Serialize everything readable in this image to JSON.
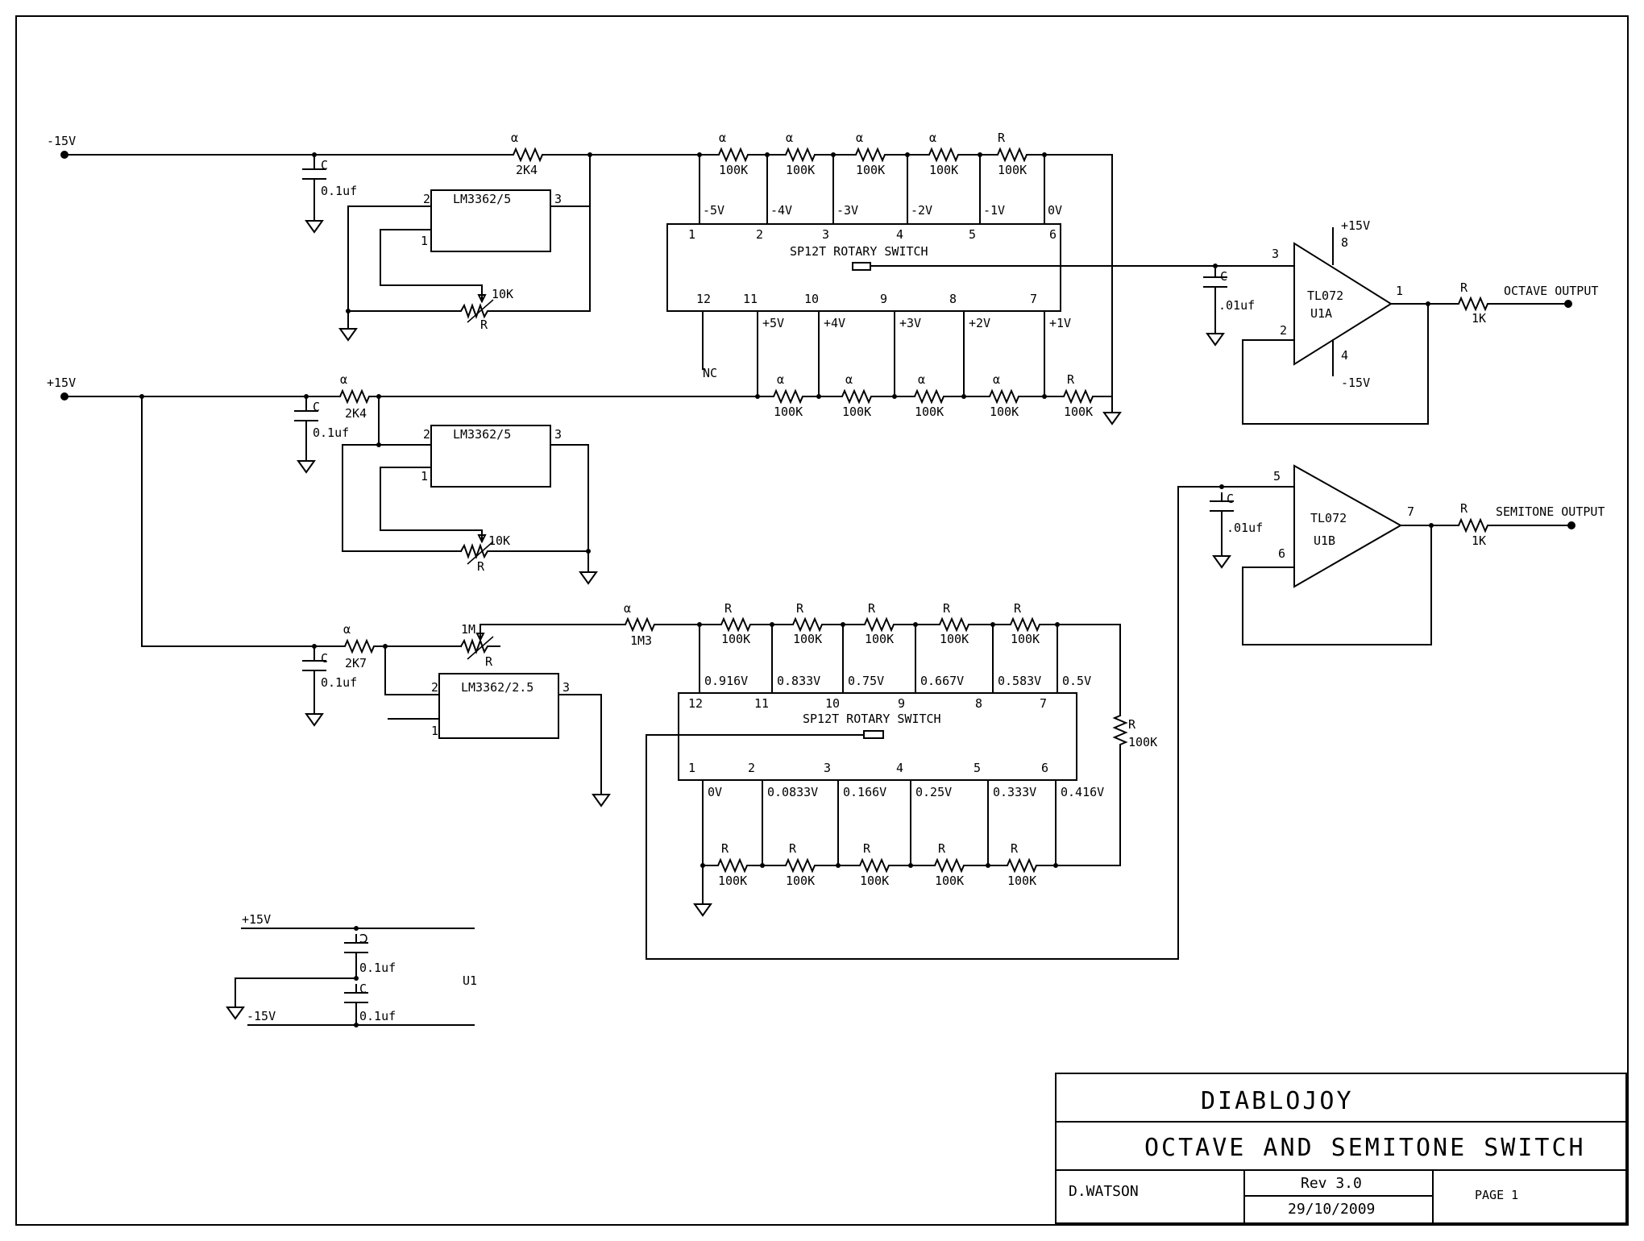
{
  "rails": {
    "neg15": "-15V",
    "pos15": "+15V"
  },
  "capacitors": {
    "name": "C",
    "value_01uf": "0.1uf",
    "value_dot01uf": ".01uf"
  },
  "resistors": {
    "r_name": "R",
    "alpha_name": "α",
    "v2k4": "2K4",
    "v2k7": "2K7",
    "v100k": "100K",
    "v10k": "10K",
    "v1m": "1M",
    "v1m3": "1M3",
    "v1k": "1K"
  },
  "refs": {
    "lm3362_5": "LM3362/5",
    "lm3362_2_5": "LM3362/2.5",
    "pin1": "1",
    "pin2": "2",
    "pin3": "3"
  },
  "switch1": {
    "title": "SP12T ROTARY SWITCH",
    "top_pins": [
      "1",
      "2",
      "3",
      "4",
      "5",
      "6"
    ],
    "top_volts": [
      "-5V",
      "-4V",
      "-3V",
      "-2V",
      "-1V",
      "0V"
    ],
    "bottom_pins": [
      "12",
      "11",
      "10",
      "9",
      "8",
      "7"
    ],
    "bottom_volts": [
      "+5V",
      "+4V",
      "+3V",
      "+2V",
      "+1V"
    ],
    "nc": "NC"
  },
  "switch2": {
    "title": "SP12T ROTARY SWITCH",
    "top_pins": [
      "12",
      "11",
      "10",
      "9",
      "8",
      "7"
    ],
    "top_volts": [
      "0.916V",
      "0.833V",
      "0.75V",
      "0.667V",
      "0.583V",
      "0.5V"
    ],
    "bottom_pins": [
      "1",
      "2",
      "3",
      "4",
      "5",
      "6"
    ],
    "bottom_volts": [
      "0V",
      "0.0833V",
      "0.166V",
      "0.25V",
      "0.333V",
      "0.416V"
    ]
  },
  "opamp_a": {
    "part": "TL072",
    "ref": "U1A",
    "pin_in_plus": "3",
    "pin_in_minus": "2",
    "pin_out": "1",
    "pin_vplus": "8",
    "pin_vminus": "4",
    "vplus": "+15V",
    "vminus": "-15V",
    "output_label": "OCTAVE OUTPUT"
  },
  "opamp_b": {
    "part": "TL072",
    "ref": "U1B",
    "pin_in_plus": "5",
    "pin_in_minus": "6",
    "pin_out": "7",
    "output_label": "SEMITONE OUTPUT"
  },
  "decoupling": {
    "ref": "U1",
    "cap_name_top": "Ↄ",
    "cap_name": "C",
    "value": "0.1uf",
    "pos": "+15V",
    "neg": "-15V"
  },
  "title_block": {
    "project": "DIABLOJOY",
    "title": "OCTAVE AND SEMITONE SWITCH",
    "author": "D.WATSON",
    "rev": "Rev 3.0",
    "date": "29/10/2009",
    "page": "PAGE 1"
  }
}
